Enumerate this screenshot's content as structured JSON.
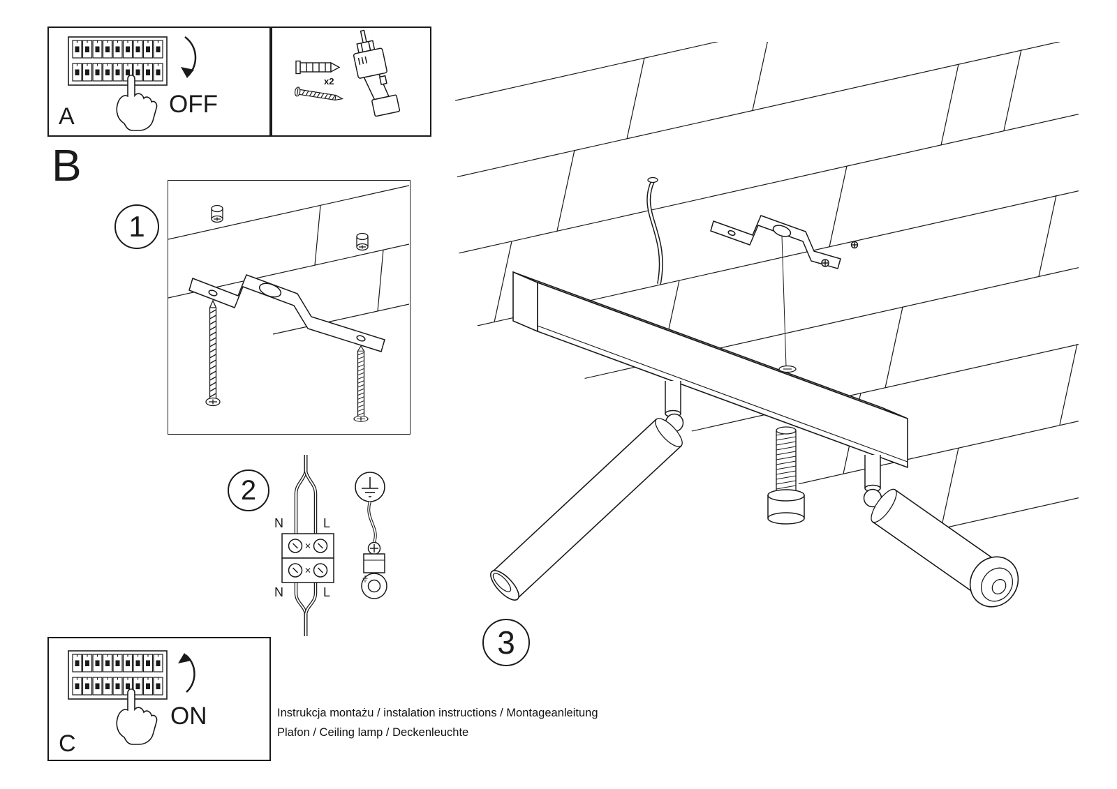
{
  "page": {
    "background": "#ffffff",
    "ink": "#1a1a1a"
  },
  "steps": {
    "a": {
      "label": "A",
      "action": "OFF"
    },
    "b": {
      "label": "B"
    },
    "c": {
      "label": "C",
      "action": "ON"
    },
    "step1": {
      "number": "1"
    },
    "step2": {
      "number": "2"
    },
    "step3": {
      "number": "3"
    }
  },
  "tools": {
    "anchor_quantity": "x2"
  },
  "wiring": {
    "neutral_top": "N",
    "live_top": "L",
    "neutral_bottom": "N",
    "live_bottom": "L"
  },
  "footer": {
    "line1": "Instrukcja montażu / instalation instructions / Montageanleitung",
    "line2": "Plafon / Ceiling lamp / Deckenleuchte"
  },
  "icons": {
    "breaker_panel": "circuit-breaker-panel",
    "pointing_hand": "hand-pressing-breaker",
    "off_arrow": "curved-arrow-down",
    "on_arrow": "curved-arrow-up",
    "drill": "cordless-drill",
    "wall_plug": "wall-anchor",
    "screw": "mounting-screw",
    "bracket": "ceiling-mounting-bracket",
    "terminal_block": "wire-terminal-block",
    "ground_symbol": "earth-ground-symbol",
    "ground_clamp": "ground-clamp-ring",
    "lamp": "ceiling-spotlight-lamp"
  }
}
